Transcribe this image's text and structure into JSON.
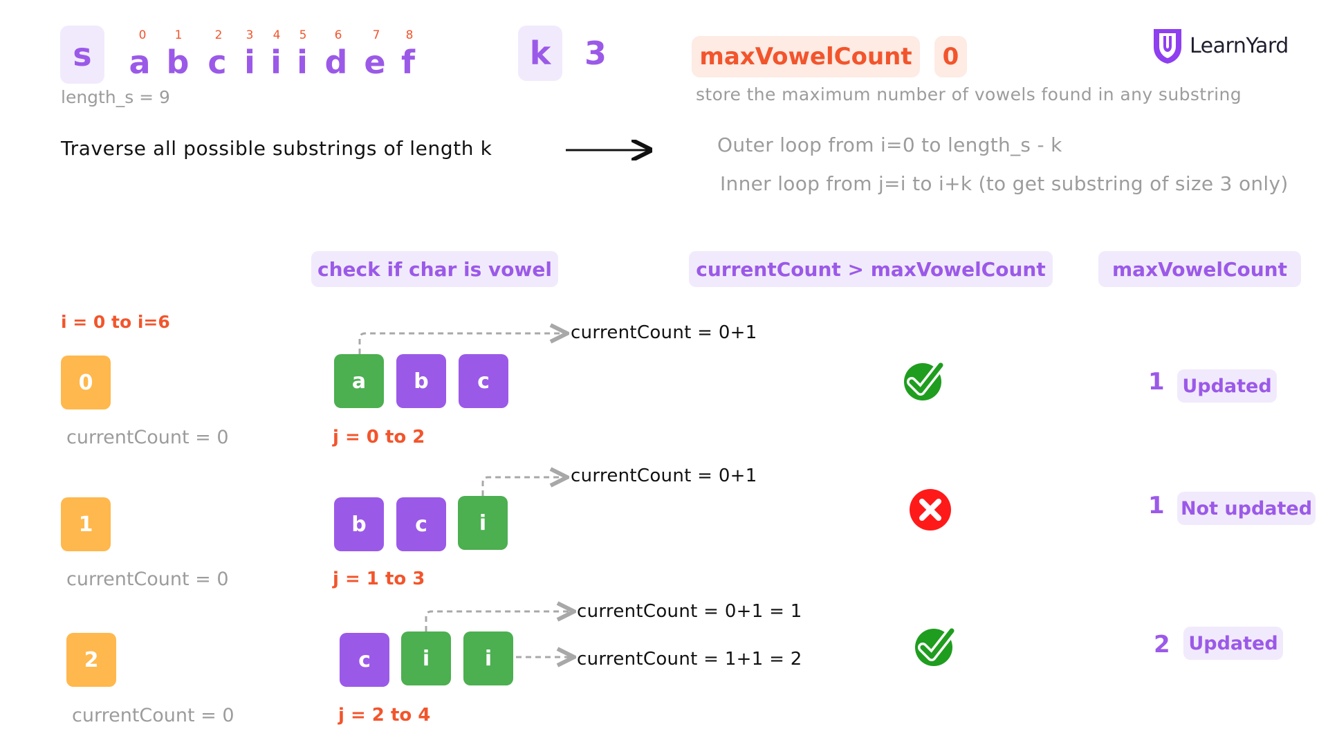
{
  "header": {
    "s_label": "s",
    "string_chars": [
      "a",
      "b",
      "c",
      "i",
      "i",
      "i",
      "d",
      "e",
      "f"
    ],
    "string_indices": [
      "0",
      "1",
      "2",
      "3",
      "4",
      "5",
      "6",
      "7",
      "8"
    ],
    "length_label": "length_s = 9",
    "k_label": "k",
    "k_value": "3",
    "max_vowel_label": "maxVowelCount",
    "max_vowel_value": "0",
    "max_vowel_desc": "store the maximum number of vowels found in any substring"
  },
  "logo": {
    "text": "LearnYard",
    "icon": "learnyard-shield-icon"
  },
  "traverse": {
    "text": "Traverse all possible substrings of length k",
    "outer_loop": "Outer loop from i=0 to length_s - k",
    "inner_loop": "Inner loop from j=i to i+k (to get substring of size 3 only)"
  },
  "columns": {
    "check": "check if char is vowel",
    "compare": "currentCount > maxVowelCount",
    "max": "maxVowelCount"
  },
  "range_label": "i = 0 to i=6",
  "rows": [
    {
      "i": "0",
      "current_count": "currentCount = 0",
      "chars": [
        "a",
        "b",
        "c"
      ],
      "j_range": "j  = 0  to 2",
      "notes": [
        "currentCount = 0+1"
      ],
      "max_value": "1",
      "status": "Updated"
    },
    {
      "i": "1",
      "current_count": "currentCount = 0",
      "chars": [
        "b",
        "c",
        "i"
      ],
      "j_range": "j  = 1  to 3",
      "notes": [
        "currentCount = 0+1"
      ],
      "max_value": "1",
      "status": "Not updated"
    },
    {
      "i": "2",
      "current_count": "currentCount = 0",
      "chars": [
        "c",
        "i",
        "i"
      ],
      "j_range": "j  = 2  to 4",
      "notes": [
        "currentCount = 0+1 = 1",
        "currentCount = 1+1 = 2"
      ],
      "max_value": "2",
      "status": "Updated"
    }
  ],
  "colors": {
    "purple": "#9b59e8",
    "purple_bg": "#f1eafc",
    "orange": "#f2552c",
    "orange_bg": "#fdebe4",
    "index_yellow": "#ffb84d",
    "vowel_green": "#4caf50",
    "check_green": "#1f9d1f",
    "cross_red": "#ff1a1a"
  }
}
